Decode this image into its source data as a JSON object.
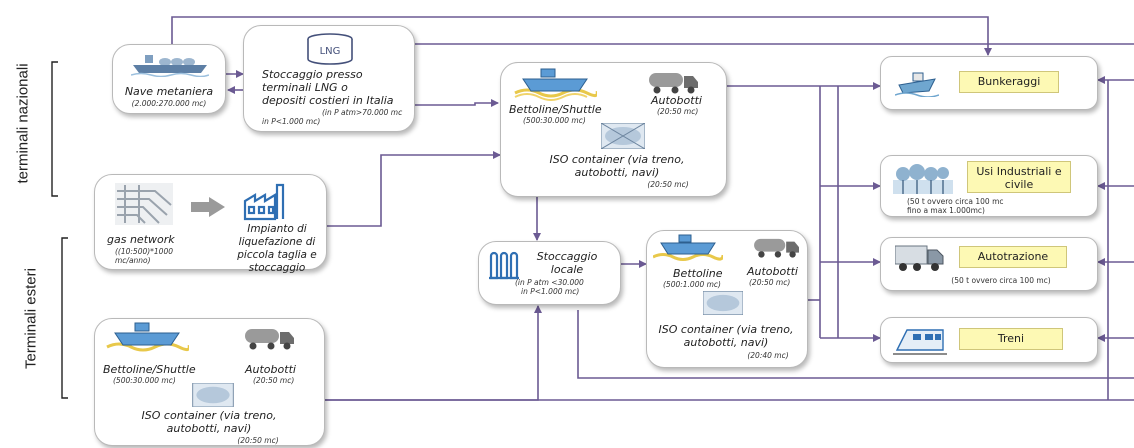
{
  "side_labels": {
    "national": "terminali nazionali",
    "foreign": "Terminali esteri"
  },
  "nave": {
    "title": "Nave metaniera",
    "capacity": "(2.000:270.000 mc)"
  },
  "stoccaggio_terminali": {
    "icon_label": "LNG",
    "title": "Stoccaggio presso terminali LNG o depositi costieri in Italia",
    "note1": "(in P atm>70.000 mc",
    "note2": "in P<1.000 mc)"
  },
  "gas_network": {
    "title": "gas network",
    "capacity": "((10:500)*1000 mc/anno)",
    "plant_title": "Impianto di liquefazione di piccola taglia e stoccaggio"
  },
  "hub_national": {
    "bettoline": "Bettoline/Shuttle",
    "bettoline_cap": "(500:30.000 mc)",
    "autobotti": "Autobotti",
    "autobotti_cap": "(20:50 mc)",
    "iso": "ISO container (via treno, autobotti, navi)",
    "iso_cap": "(20:50 mc)"
  },
  "stoccaggio_locale": {
    "title": "Stoccaggio locale",
    "note1": "(in P atm <30.000",
    "note2": "in P<1.000 mc)"
  },
  "hub_local": {
    "bettoline": "Bettoline",
    "bettoline_cap": "(500:1.000 mc)",
    "autobotti": "Autobotti",
    "autobotti_cap": "(20:50 mc)",
    "iso": "ISO container (via treno, autobotti, navi)",
    "iso_cap": "(20:40 mc)"
  },
  "hub_foreign": {
    "bettoline": "Bettoline/Shuttle",
    "bettoline_cap": "(500:30.000 mc)",
    "autobotti": "Autobotti",
    "autobotti_cap": "(20:50 mc)",
    "iso": "ISO container (via treno, autobotti, navi)",
    "iso_cap": "(20:50 mc)"
  },
  "uses": {
    "bunkeraggi": {
      "label": "Bunkeraggi"
    },
    "industriali": {
      "label": "Usi Industriali e civile",
      "note1": "(50 t ovvero circa 100 mc",
      "note2": "fino a max 1.000mc)"
    },
    "autotrazione": {
      "label": "Autotrazione",
      "note": "(50 t ovvero circa 100 mc)"
    },
    "treni": {
      "label": "Treni"
    }
  },
  "colors": {
    "line": "#6b5a93",
    "ship_blue": "#5b9bd5",
    "wave": "#e8c84a",
    "truck_gray": "#9a9a9a",
    "label_fill": "#fdf9b4"
  }
}
